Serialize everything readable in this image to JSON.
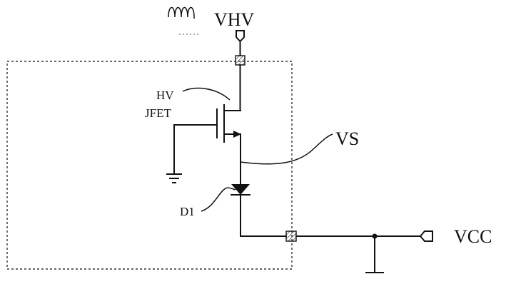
{
  "labels": {
    "vhv": "VHV",
    "hv": "HV",
    "jfet": "JFET",
    "vs": "VS",
    "d1": "D1",
    "vcc": "VCC"
  },
  "colors": {
    "line": "#111111",
    "pad_hatch": "#555555",
    "background": "#ffffff"
  }
}
